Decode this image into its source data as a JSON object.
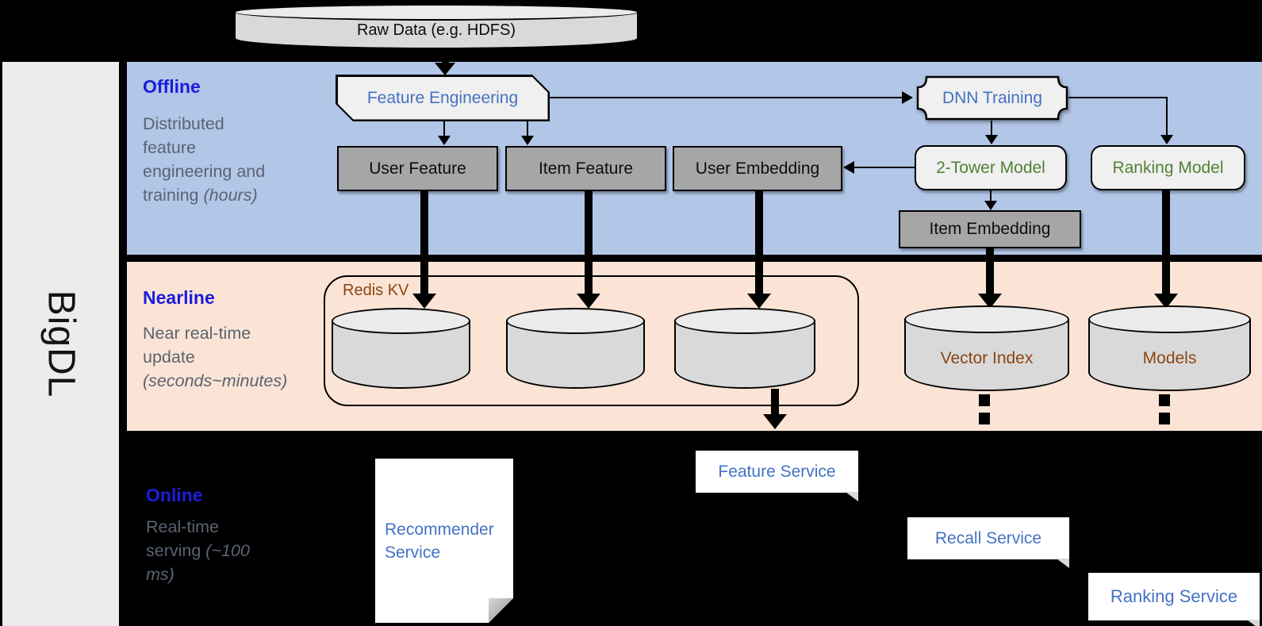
{
  "brand": {
    "name": "BigDL"
  },
  "source": {
    "label": "Raw Data (e.g. HDFS)"
  },
  "lanes": {
    "offline": {
      "title": "Offline",
      "desc": "Distributed feature engineering and training ",
      "desc_note": "(hours)"
    },
    "nearline": {
      "title": "Nearline",
      "desc": "Near real-time update ",
      "desc_note": "(seconds~minutes)"
    },
    "online": {
      "title": "Online",
      "desc": "Real-time serving ",
      "desc_note": "(~100 ms)"
    }
  },
  "offline_nodes": {
    "feature_engineering": "Feature Engineering",
    "dnn_training": "DNN Training",
    "user_feature": "User Feature",
    "item_feature": "Item Feature",
    "user_embedding": "User Embedding",
    "two_tower_model": "2-Tower Model",
    "ranking_model": "Ranking Model",
    "item_embedding": "Item Embedding"
  },
  "nearline_nodes": {
    "redis_kv": "Redis KV",
    "vector_index": "Vector Index",
    "models": "Models"
  },
  "online_nodes": {
    "recommender_service": "Recommender Service",
    "feature_service": "Feature Service",
    "recall_service": "Recall Service",
    "ranking_service": "Ranking Service"
  },
  "edges": [
    {
      "from": "raw_data",
      "to": "feature_engineering",
      "style": "arrow"
    },
    {
      "from": "feature_engineering",
      "to": "dnn_training",
      "style": "arrow"
    },
    {
      "from": "feature_engineering",
      "to": "user_feature",
      "style": "arrow"
    },
    {
      "from": "feature_engineering",
      "to": "item_feature",
      "style": "arrow"
    },
    {
      "from": "dnn_training",
      "to": "two_tower_model",
      "style": "arrow"
    },
    {
      "from": "dnn_training",
      "to": "ranking_model",
      "style": "elbow-arrow"
    },
    {
      "from": "two_tower_model",
      "to": "user_embedding",
      "style": "arrow"
    },
    {
      "from": "two_tower_model",
      "to": "item_embedding",
      "style": "arrow"
    },
    {
      "from": "user_feature",
      "to": "redis_kv",
      "style": "thick-pipe"
    },
    {
      "from": "item_feature",
      "to": "redis_kv",
      "style": "thick-pipe"
    },
    {
      "from": "user_embedding",
      "to": "redis_kv",
      "style": "thick-pipe"
    },
    {
      "from": "item_embedding",
      "to": "vector_index",
      "style": "thick-pipe"
    },
    {
      "from": "ranking_model",
      "to": "models",
      "style": "thick-pipe"
    },
    {
      "from": "redis_kv",
      "to": "feature_service",
      "style": "thick-pipe"
    },
    {
      "from": "vector_index",
      "to": "recall_service",
      "style": "dashed-pipe"
    },
    {
      "from": "models",
      "to": "ranking_service",
      "style": "dashed-pipe"
    }
  ],
  "colors": {
    "background": "#000000",
    "sidebar": "#ececec",
    "band_offline": "#b2c6e8",
    "band_nearline": "#fbe4d5",
    "node_dark": "#a6a6a6",
    "node_light": "#f0f0f0",
    "cyl_body": "#d9d9d9",
    "cyl_top": "#ebebeb",
    "heading_blue": "#1b1ddb",
    "desc_gray": "#5a6372",
    "text_blue": "#4472c4",
    "text_green": "#538135",
    "text_brown": "#8c4513"
  }
}
